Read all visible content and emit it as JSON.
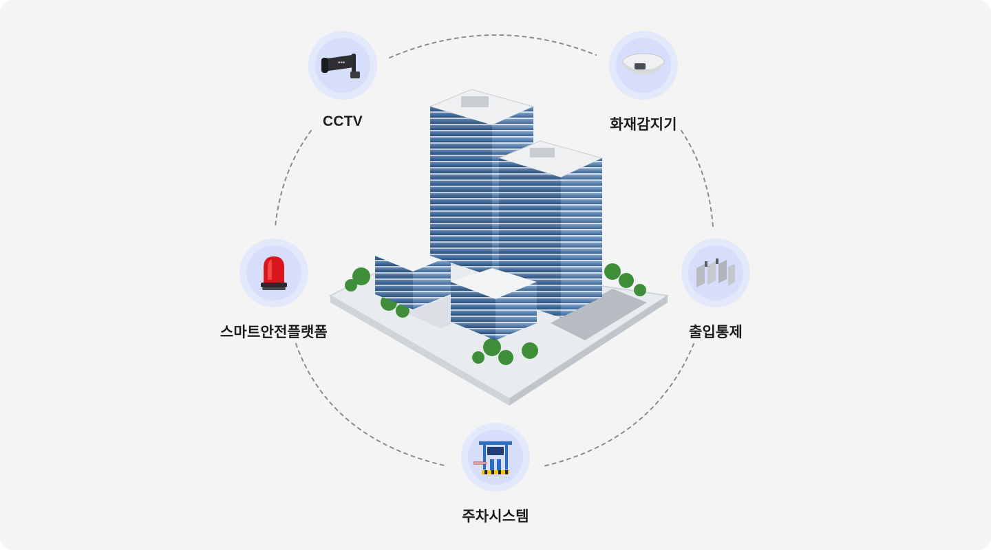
{
  "nodes": {
    "cctv": {
      "label": "CCTV",
      "icon": "cctv-camera-icon"
    },
    "fire": {
      "label": "화재감지기",
      "icon": "smoke-detector-icon"
    },
    "safety": {
      "label": "스마트안전플랫폼",
      "icon": "warning-beacon-icon"
    },
    "access": {
      "label": "출입통제",
      "icon": "turnstile-gate-icon"
    },
    "parking": {
      "label": "주차시스템",
      "icon": "parking-gate-icon"
    }
  },
  "center": {
    "icon": "smart-building-icon"
  },
  "colors": {
    "background": "#f4f4f5",
    "disc_outer": "#e3e8fb",
    "disc_inner": "#d6defb",
    "dash": "#8a8a8a",
    "label": "#1c1c1e"
  }
}
